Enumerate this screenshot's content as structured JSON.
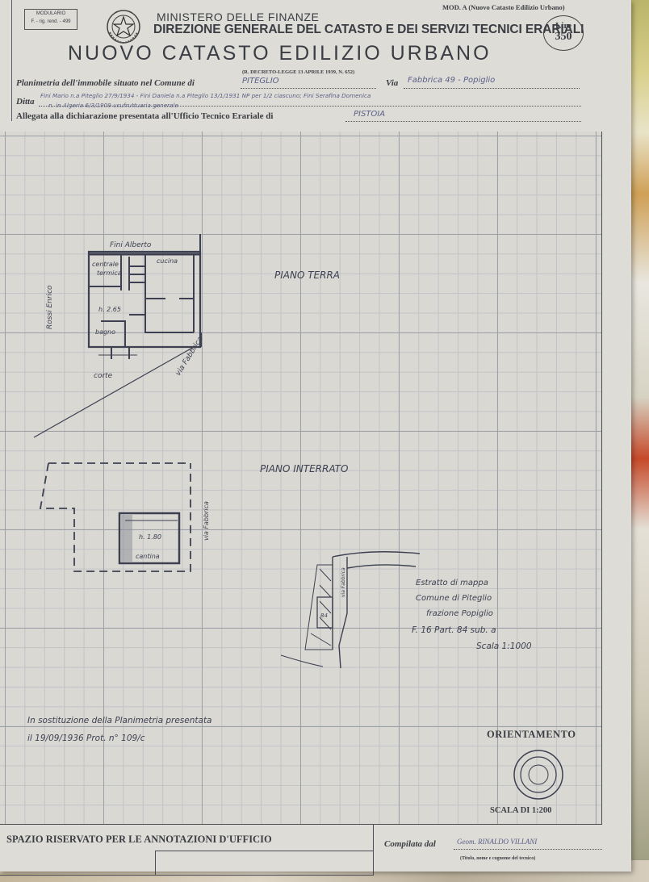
{
  "header": {
    "modulario_line1": "MODULARIO",
    "modulario_line2": "F. - rig. rend. - 499",
    "mod_label": "MOD. A (Nuovo Catasto Edilizio Urbano)",
    "ministry": "MINISTERO DELLE FINANZE",
    "direction": "DIREZIONE GENERALE DEL CATASTO E DEI SERVIZI TECNICI ERARIALI",
    "title": "NUOVO CATASTO EDILIZIO URBANO",
    "decree": "(R. DECRETO-LEGGE 13 APRILE 1939, N. 652)",
    "lire_label": "Lire",
    "lire_value": "350"
  },
  "form": {
    "planimetria_label": "Planimetria dell'immobile situato nel Comune di",
    "comune_value": "PITEGLIO",
    "via_label": "Via",
    "via_value": "Fabbrica 49 - Popiglio",
    "ditta_label": "Ditta",
    "ditta_value_line1": "Fini Mario n.a Piteglio 27/9/1934 - Fini Daniela n.a Piteglio 13/1/1931 NP per 1/2 ciascuno; Fini Serafina Domenica",
    "ditta_value_line2": "n. in Algeria 6/3/1909 usufruttuaria generale",
    "allegata_label": "Allegata alla dichiarazione presentata all'Ufficio Tecnico Erariale di",
    "ufficio_value": "PISTOIA"
  },
  "plan": {
    "ground_title": "PIANO TERRA",
    "basement_title": "PIANO INTERRATO",
    "north_owner": "Fini Alberto",
    "west_owner": "Rossi Enrico",
    "room_centrale": "centrale",
    "room_termica": "termica",
    "room_cucina": "cucina",
    "room_bagno": "bagno",
    "height_ground": "h. 2.65",
    "corte": "corte",
    "street_ground": "via Fabbrica",
    "room_cantina": "cantina",
    "height_basement": "h. 1.80",
    "street_basement": "via Fabbrica",
    "map_street": "via Fabbrica",
    "map_parcel": "84",
    "extract_line1": "Estratto di mappa",
    "extract_line2": "Comune di Piteglio",
    "extract_line3": "frazione Popiglio",
    "extract_line4": "F. 16  Part. 84  sub. a",
    "extract_line5": "Scala 1:1000",
    "note_line1": "In sostituzione della Planimetria presentata",
    "note_line2": "il 19/09/1936  Prot. n° 109/c"
  },
  "footer": {
    "orientamento": "ORIENTAMENTO",
    "scala": "SCALA DI 1:200",
    "spazio": "SPAZIO RISERVATO PER LE ANNOTAZIONI D'UFFICIO",
    "compilata_label": "Compilata dal",
    "compilata_value": "Geom. RINALDO VILLANI",
    "compilata_sub": "(Titolo, nome e cognome del tecnico)"
  }
}
